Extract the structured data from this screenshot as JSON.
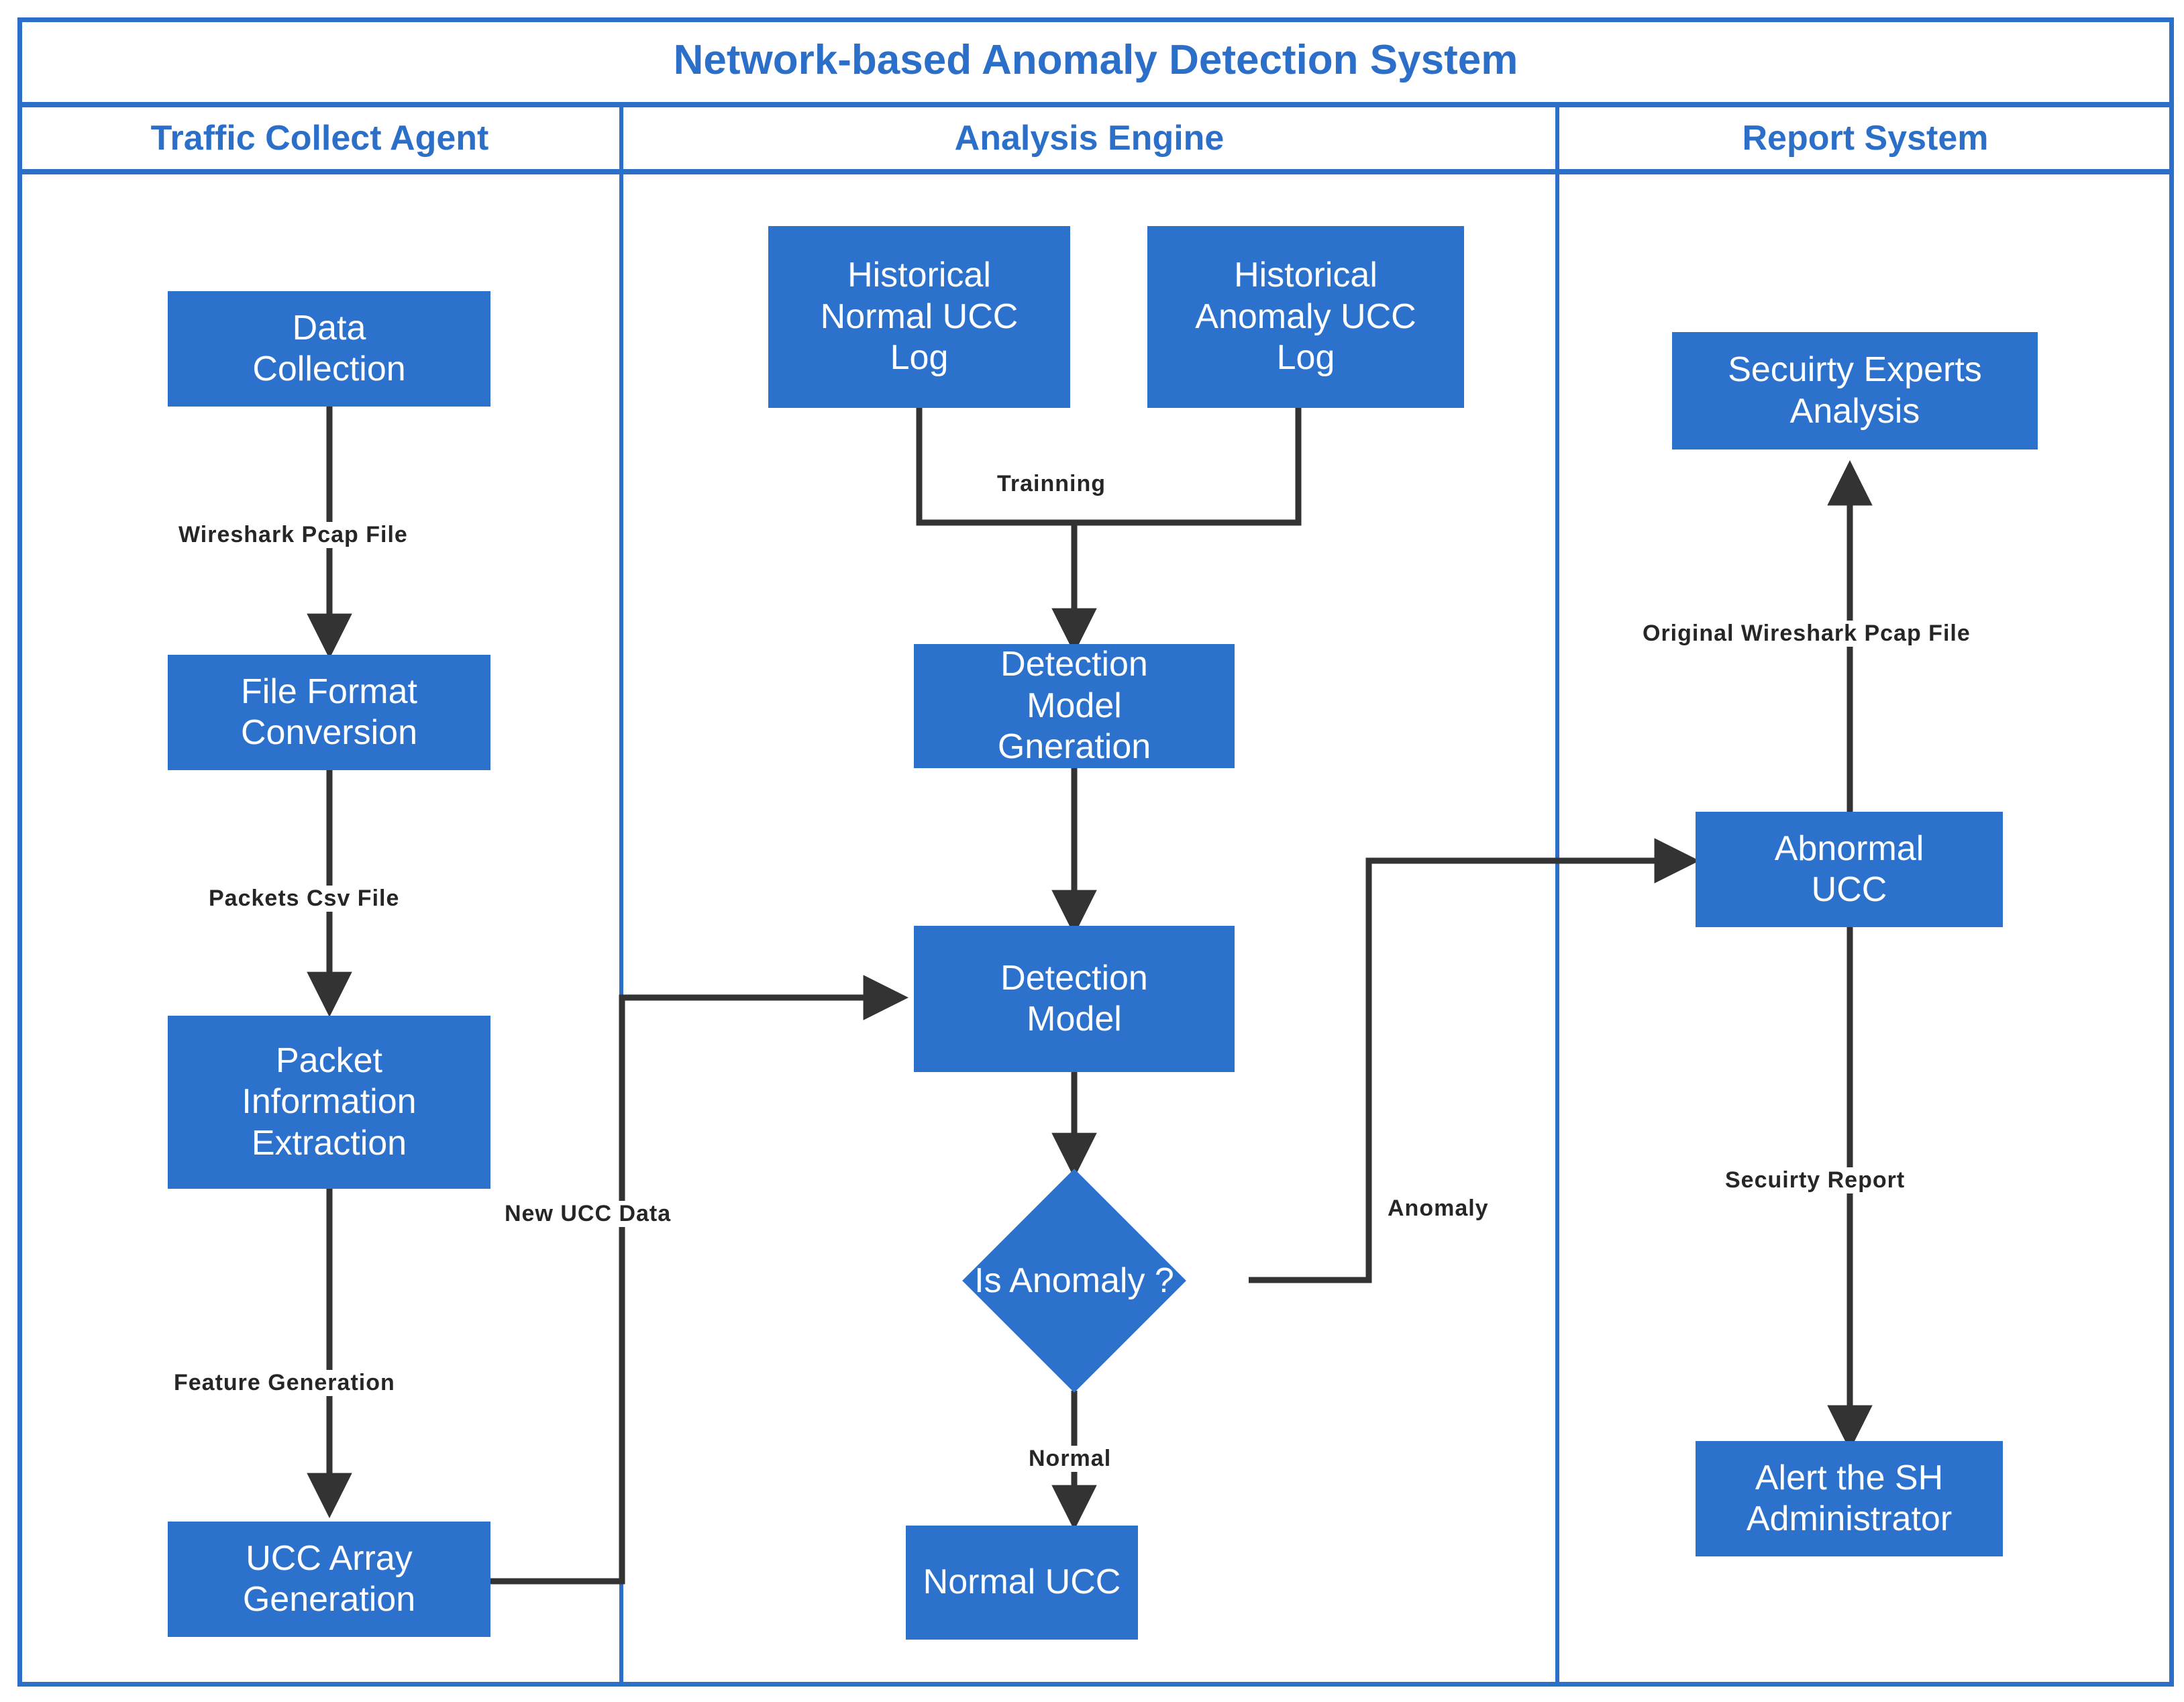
{
  "diagram": {
    "title": "Network-based Anomaly Detection System",
    "accent_color": "#2c6fc9",
    "node_fill": "#2c72cd",
    "node_text_color": "#ffffff",
    "connector_color": "#333333",
    "label_color": "#262626"
  },
  "lanes": [
    {
      "id": "traffic-collect-agent",
      "label": "Traffic Collect Agent"
    },
    {
      "id": "analysis-engine",
      "label": "Analysis Engine"
    },
    {
      "id": "report-system",
      "label": "Report System"
    }
  ],
  "nodes": {
    "data_collection": "Data\nCollection",
    "file_format_conversion": "File Format\nConversion",
    "packet_information_extraction": "Packet\nInformation\nExtraction",
    "ucc_array_generation": "UCC Array\nGeneration",
    "historical_normal_ucc_log": "Historical\nNormal UCC\nLog",
    "historical_anomaly_ucc_log": "Historical\nAnomaly UCC\nLog",
    "detection_model_generation": "Detection\nModel\nGneration",
    "detection_model": "Detection\nModel",
    "is_anomaly": "Is Anomaly ?",
    "normal_ucc": "Normal UCC",
    "security_experts_analysis": "Secuirty Experts\nAnalysis",
    "abnormal_ucc": "Abnormal\nUCC",
    "alert_the_sh_administrator": "Alert the SH\nAdministrator"
  },
  "edge_labels": {
    "wireshark_pcap_file": "Wireshark Pcap File",
    "packets_csv_file": "Packets Csv File",
    "feature_generation": "Feature Generation",
    "new_ucc_data": "New UCC Data",
    "trainning": "Trainning",
    "normal": "Normal",
    "anomaly": "Anomaly",
    "original_wireshark_pcap_file": "Original Wireshark Pcap File",
    "secuirty_report": "Secuirty Report"
  }
}
